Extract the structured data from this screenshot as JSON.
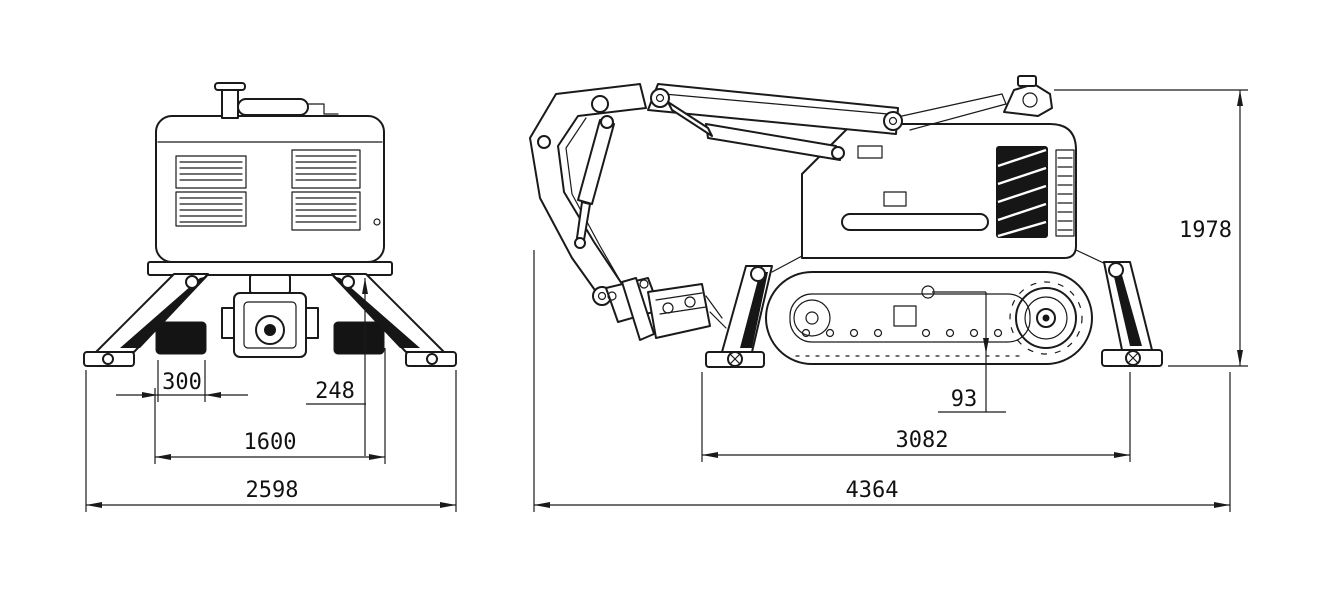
{
  "drawing": {
    "colors": {
      "line": "#1a1a1a",
      "background": "#ffffff"
    },
    "front_view": {
      "dimensions": {
        "d300": "300",
        "d248": "248",
        "d1600": "1600",
        "d2598": "2598"
      }
    },
    "side_view": {
      "dimensions": {
        "d93": "93",
        "d3082": "3082",
        "d4364": "4364",
        "d1978": "1978"
      }
    }
  }
}
